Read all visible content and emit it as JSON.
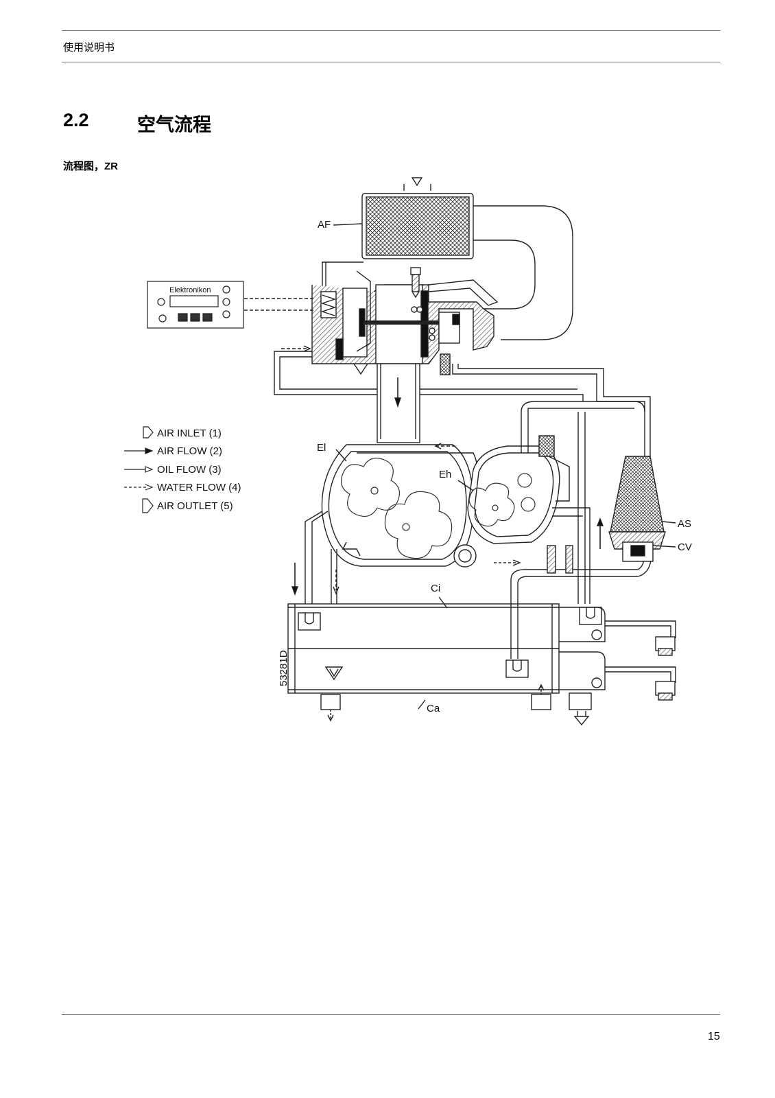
{
  "header": {
    "title": "使用说明书"
  },
  "section": {
    "number": "2.2",
    "title": "空气流程"
  },
  "figure": {
    "subtitle": "流程图，ZR",
    "figure_id": "53281D",
    "controller_label": "Elektronikon",
    "labels": {
      "af": "AF",
      "el": "El",
      "eh": "Eh",
      "ci": "Ci",
      "ca": "Ca",
      "as": "AS",
      "cv": "CV"
    },
    "legend": [
      {
        "label": "AIR INLET (1)"
      },
      {
        "label": "AIR FLOW (2)"
      },
      {
        "label": "OIL FLOW (3)"
      },
      {
        "label": "WATER FLOW (4)"
      },
      {
        "label": "AIR OUTLET (5)"
      }
    ]
  },
  "footer": {
    "page_number": "15"
  }
}
